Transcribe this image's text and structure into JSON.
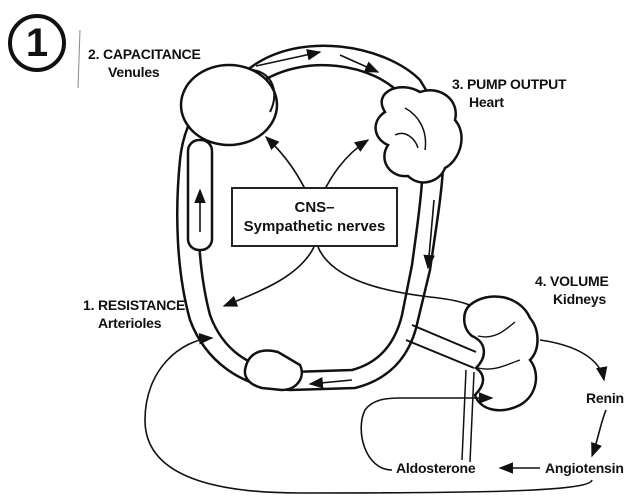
{
  "figure_number": "1",
  "labels": {
    "capacitance": {
      "title": "2. CAPACITANCE",
      "sub": "Venules"
    },
    "pump": {
      "title": "3. PUMP OUTPUT",
      "sub": "Heart"
    },
    "resistance": {
      "title": "1. RESISTANCE",
      "sub": "Arterioles"
    },
    "volume": {
      "title": "4. VOLUME",
      "sub": "Kidneys"
    }
  },
  "cns": {
    "line1": "CNS–",
    "line2": "Sympathetic nerves"
  },
  "raas": {
    "renin": "Renin",
    "angiotensin": "Angiotensin",
    "aldosterone": "Aldosterone"
  },
  "colors": {
    "ink": "#111111",
    "background": "#ffffff"
  }
}
